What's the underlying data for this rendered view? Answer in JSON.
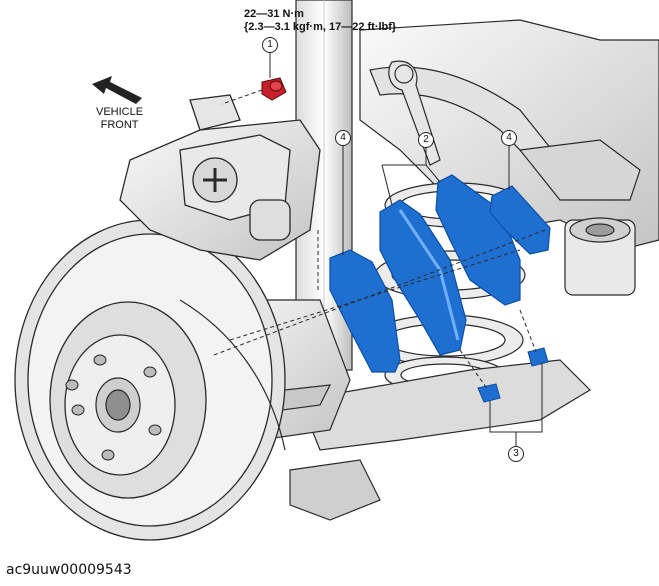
{
  "torque_spec": {
    "line1": "22—31 N·m",
    "line2": "{2.3—3.1 kgf·m, 17—22 ft·lbf}"
  },
  "direction_label": {
    "line1": "VEHICLE",
    "line2": "FRONT"
  },
  "callouts": {
    "bolt": "1",
    "pads": "2",
    "shims": "3",
    "shim_left": "4",
    "shim_right": "4"
  },
  "figure_id": "ac9uuw00009543",
  "colors": {
    "part_highlight": "#1f6fd1",
    "part_dark": "#0b4fa6",
    "bolt": "#c8202a",
    "metal_light": "#ededed",
    "metal_mid": "#c9c9c9",
    "line": "#2a2a2a"
  }
}
